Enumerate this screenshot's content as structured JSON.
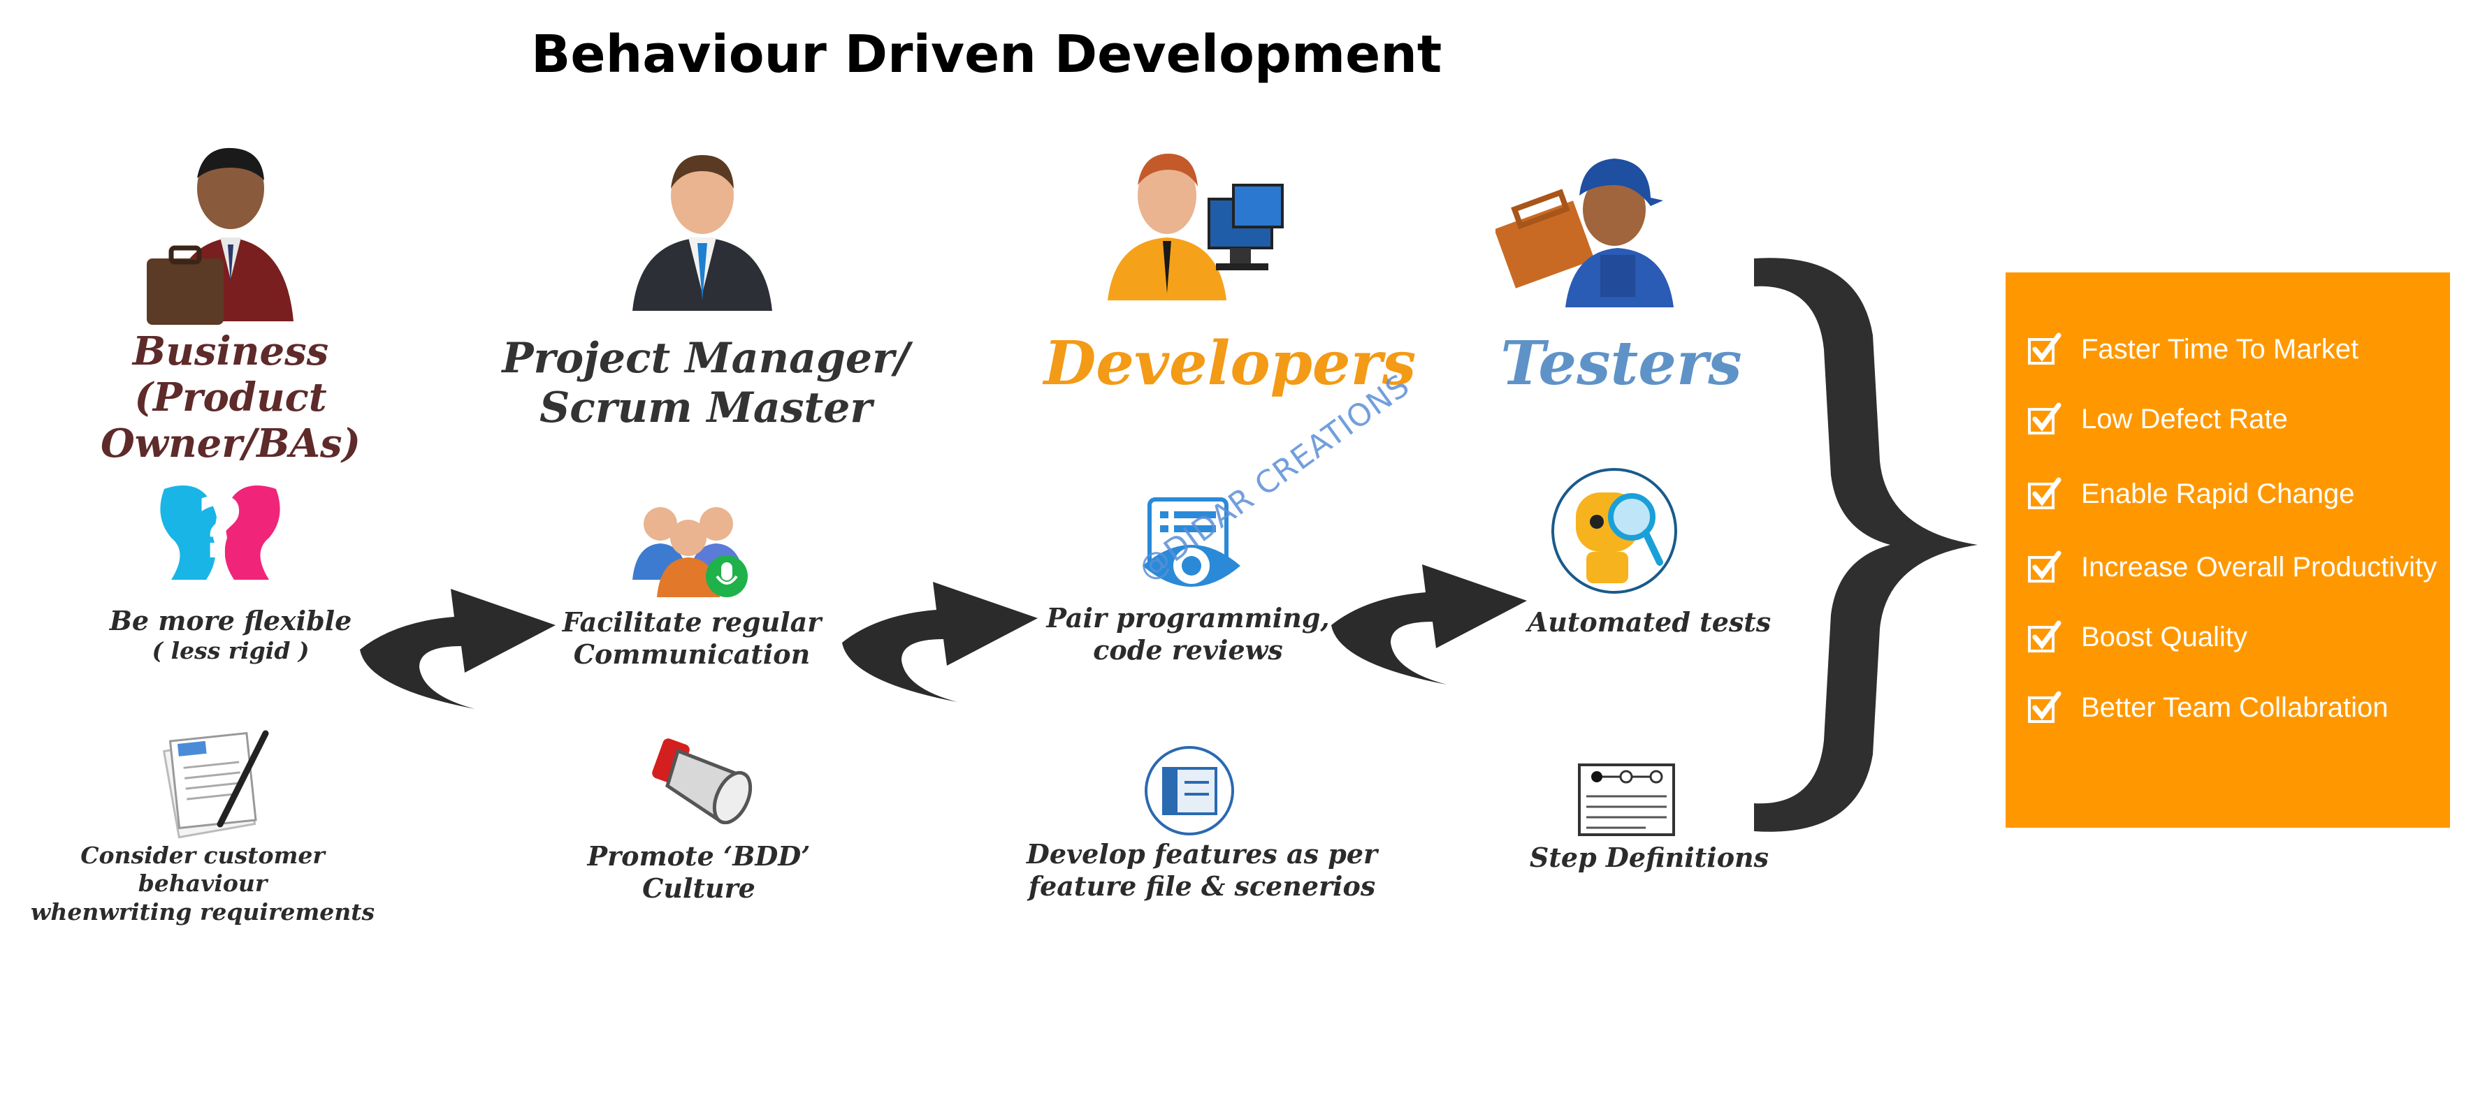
{
  "title": "Behaviour Driven Development",
  "roles": {
    "business": {
      "line1": "Business",
      "line2": "(Product Owner/BAs)",
      "color": "#5e2a2a"
    },
    "pm": {
      "line1": "Project Manager/",
      "line2": "Scrum Master",
      "color": "#333333"
    },
    "developers": {
      "line1": "Developers",
      "color": "#f39a16"
    },
    "testers": {
      "line1": "Testers",
      "color": "#5f93c8"
    }
  },
  "activities": {
    "flexible": {
      "line1": "Be more flexible",
      "line2": "( less rigid )"
    },
    "customer": {
      "line1": "Consider customer behaviour",
      "line2": "whenwriting requirements"
    },
    "communication": {
      "line1": "Facilitate regular",
      "line2": "Communication"
    },
    "bdd": {
      "line1": "Promote ‘BDD’",
      "line2": "Culture"
    },
    "pairing": {
      "line1": "Pair programming,",
      "line2": "code reviews"
    },
    "features": {
      "line1": "Develop features as per",
      "line2": "feature file & scenerios"
    },
    "automated": {
      "line1": "Automated tests"
    },
    "steps": {
      "line1": "Step Definitions"
    }
  },
  "watermark": "@DIDAR CREATIONS",
  "benefits": {
    "color": "#ff9800",
    "items": [
      "Faster Time To Market",
      "Low Defect Rate",
      "Enable Rapid Change",
      "Increase Overall Productivity",
      "Boost Quality",
      "Better Team Collabration"
    ]
  },
  "icons": [
    "businessman-briefcase-icon",
    "manager-icon",
    "developer-computer-icon",
    "tester-toolbox-icon",
    "question-faces-icon",
    "document-pen-icon",
    "team-microphone-icon",
    "megaphone-icon",
    "code-eye-icon",
    "feature-file-icon",
    "robot-magnifier-icon",
    "step-definitions-icon",
    "curved-arrow-icon",
    "brace-icon",
    "checkbox-icon"
  ]
}
